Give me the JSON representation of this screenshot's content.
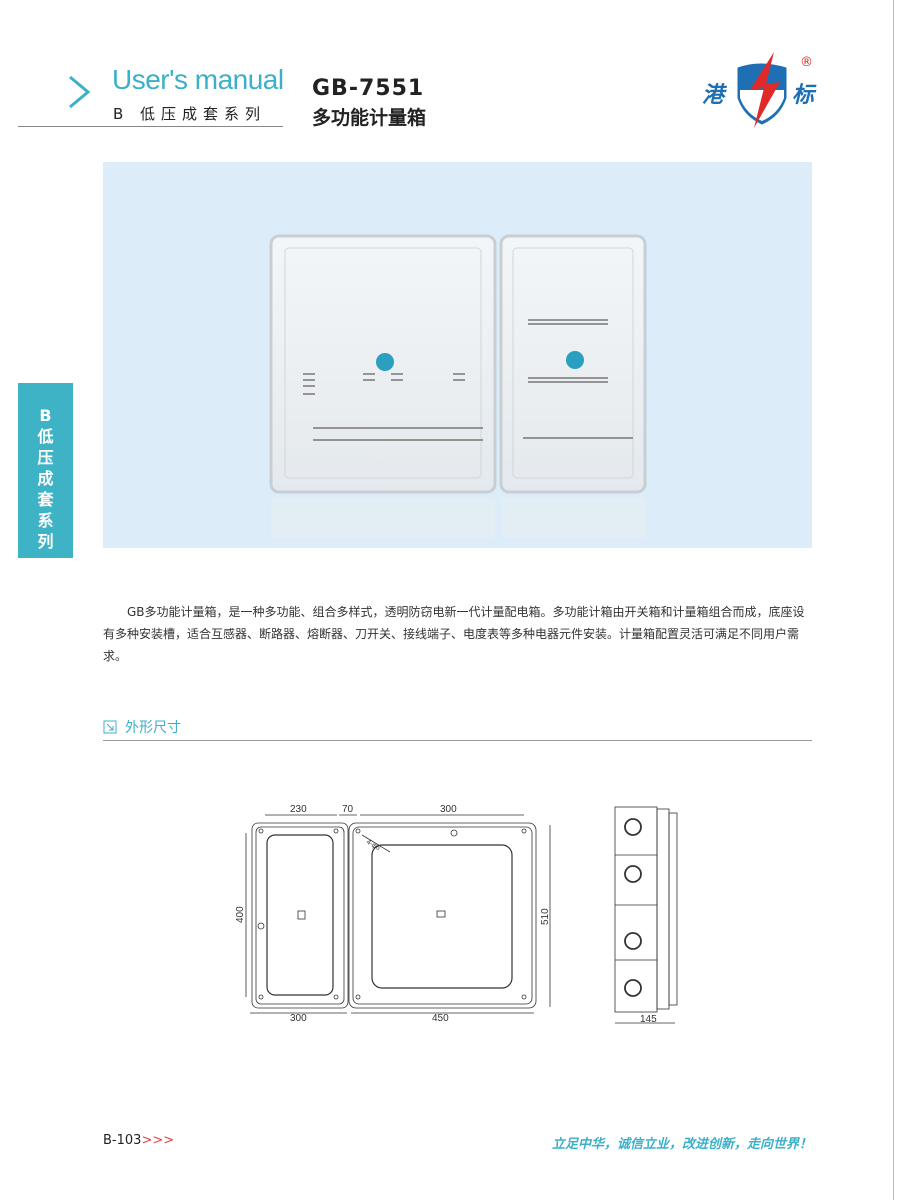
{
  "header": {
    "manual_title": "User's manual",
    "series": "B 低压成套系列",
    "model": "GB-7551",
    "product_name": "多功能计量箱"
  },
  "logo": {
    "text_left": "港",
    "text_right": "标",
    "registered": "®"
  },
  "side_tab": {
    "chars": [
      "B",
      "低",
      "压",
      "成",
      "套",
      "系",
      "列"
    ]
  },
  "description": "GB多功能计量箱，是一种多功能、组合多样式，透明防窃电新一代计量配电箱。多功能计箱由开关箱和计量箱组合而成，底座设有多种安装槽，适合互感器、断路器、熔断器、刀开关、接线端子、电度表等多种电器元件安装。计量箱配置灵活可满足不同用户需求。",
  "section": {
    "title": "外形尺寸"
  },
  "dimensions": {
    "top_left": "230",
    "top_gap": "70",
    "top_right": "300",
    "left_height": "400",
    "right_height": "510",
    "bottom_left": "300",
    "bottom_right": "450",
    "side_depth": "145",
    "hole": "4-φ6"
  },
  "footer": {
    "page": "B-103",
    "arrows": ">>>",
    "slogan": "立足中华，诚信立业，改进创新，走向世界！"
  },
  "colors": {
    "accent": "#3bb0c8",
    "logo_blue": "#1f6fb5",
    "logo_red": "#e02a2a"
  }
}
